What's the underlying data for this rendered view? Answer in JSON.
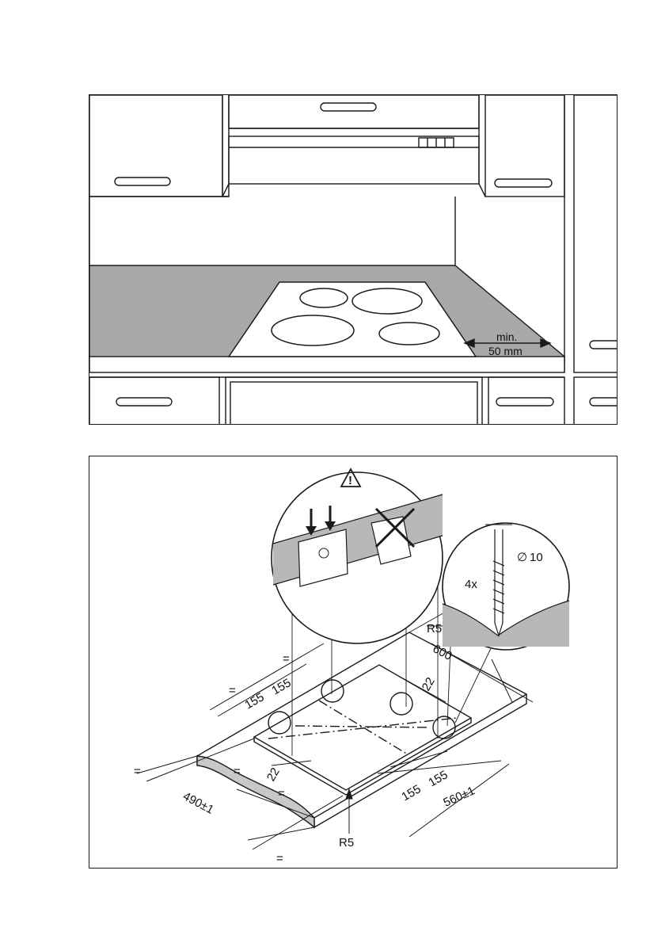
{
  "kitchen": {
    "clearance_line1": "min.",
    "clearance_line2": "50 mm",
    "colors": {
      "worktop": "#a8a8a8",
      "line": "#1a1a1a",
      "light_gray": "#bdbdbd"
    }
  },
  "cutout": {
    "warning_symbol": "!",
    "screw_count": "4x",
    "diameter": "10",
    "radius_top": "R5",
    "radius_bottom": "R5",
    "depth_total": "600",
    "width_cutout": "560",
    "width_tol": "±1",
    "depth_cutout": "490",
    "depth_tol": "±1",
    "clip_offset_top": "22",
    "clip_offset_bottom": "22",
    "spacing_a1": "155",
    "spacing_a2": "155",
    "spacing_b1": "155",
    "spacing_b2": "155",
    "equal_sign": "="
  }
}
